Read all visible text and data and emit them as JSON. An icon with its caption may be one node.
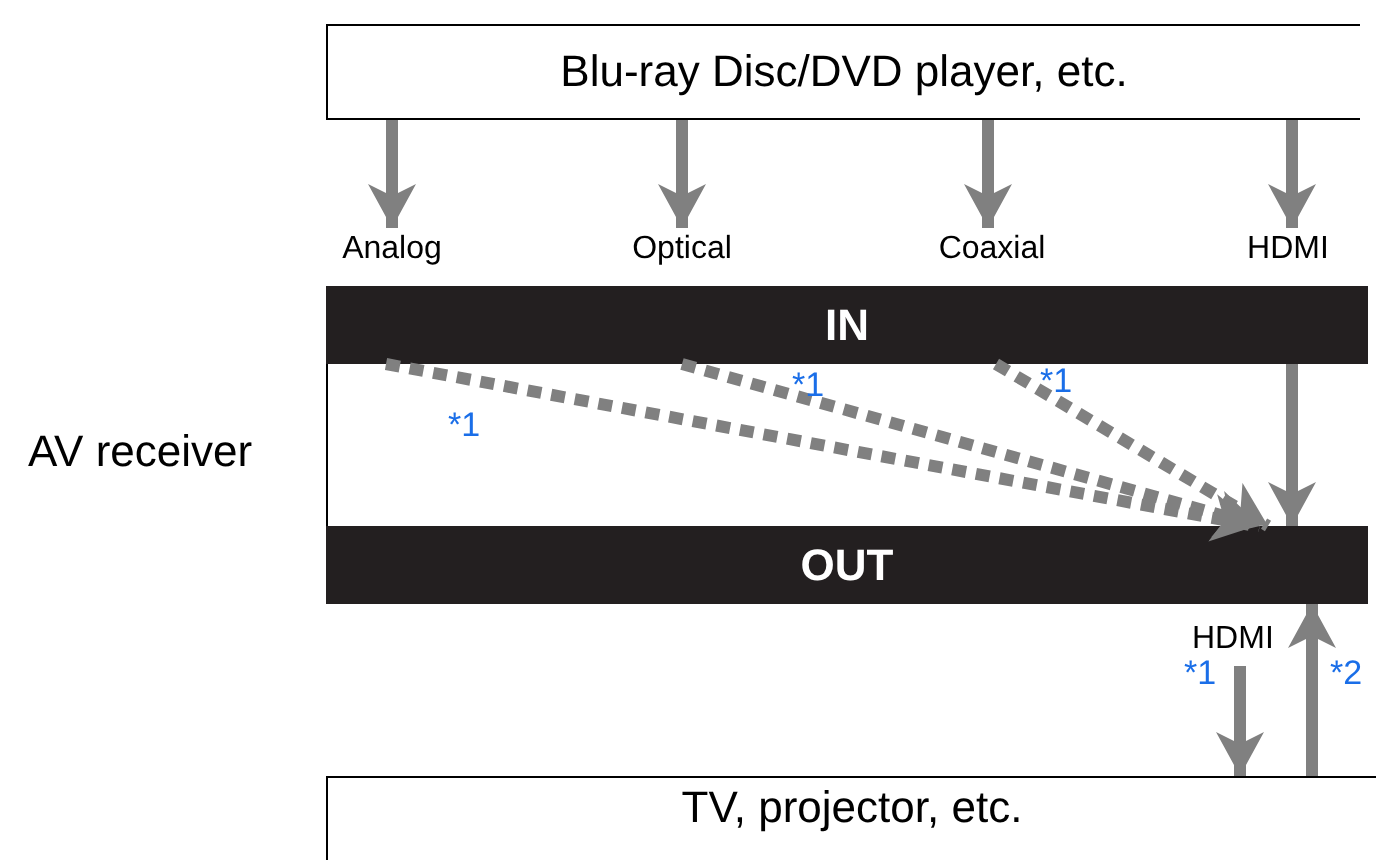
{
  "diagram": {
    "nodes": [
      {
        "text": [
          "Blu-ray Disc/DVD player, etc."
        ]
      },
      {
        "text": [
          "Analog"
        ]
      },
      {
        "text": [
          "Optical"
        ]
      },
      {
        "text": [
          "Coaxial"
        ]
      },
      {
        "text": [
          "HDMI"
        ]
      },
      {
        "text": [
          "AV receiver"
        ]
      },
      {
        "text": [
          "IN"
        ],
        "in": 5
      },
      {
        "text": [
          "OUT"
        ],
        "in": 5
      },
      {
        "text": [
          "TV, projector, etc."
        ]
      }
    ],
    "edges": [
      {
        "from": 0,
        "to": 1,
        "arrow": "to"
      },
      {
        "from": 0,
        "to": 2,
        "arrow": "to"
      },
      {
        "from": 0,
        "to": 3,
        "arrow": "to"
      },
      {
        "from": 0,
        "to": 4,
        "arrow": "to"
      },
      {
        "from": 6,
        "to": 7,
        "arrow": "to",
        "style": "dashed",
        "label": "*1"
      },
      {
        "from": 6,
        "to": 7,
        "arrow": "to",
        "style": "dashed",
        "label": "*1"
      },
      {
        "from": 6,
        "to": 7,
        "arrow": "to",
        "style": "dashed",
        "label": "*1"
      },
      {
        "from": 6,
        "to": 7,
        "arrow": "to"
      },
      {
        "from": 7,
        "to": 8,
        "arrow": "to",
        "label": "*1"
      },
      {
        "from": 8,
        "to": 7,
        "arrow": "to",
        "label": "*2"
      }
    ],
    "labels": [
      "HDMI"
    ]
  }
}
